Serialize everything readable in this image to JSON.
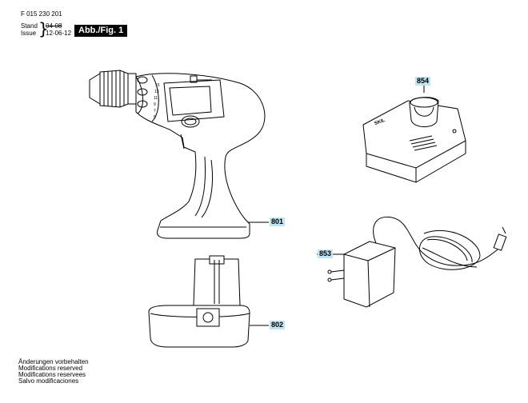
{
  "header": {
    "doc_number": "F 015 230 201",
    "stand_label": "Stand",
    "issue_label": "Issue",
    "old_date": "04-08",
    "new_date": "12-06-12",
    "figure_label": "Abb./Fig. 1"
  },
  "parts": [
    {
      "number": "801",
      "name": "drill-body"
    },
    {
      "number": "802",
      "name": "battery-pack"
    },
    {
      "number": "853",
      "name": "power-adapter"
    },
    {
      "number": "854",
      "name": "charger-base"
    }
  ],
  "charger_brand": "SKIL",
  "footer_notes": [
    "Änderungen vorbehalten",
    "Modifications reserved",
    "Modifications reservees",
    "Salvo modificaciones"
  ],
  "colors": {
    "label_bg": "#bfe4f2",
    "line": "#000000"
  }
}
